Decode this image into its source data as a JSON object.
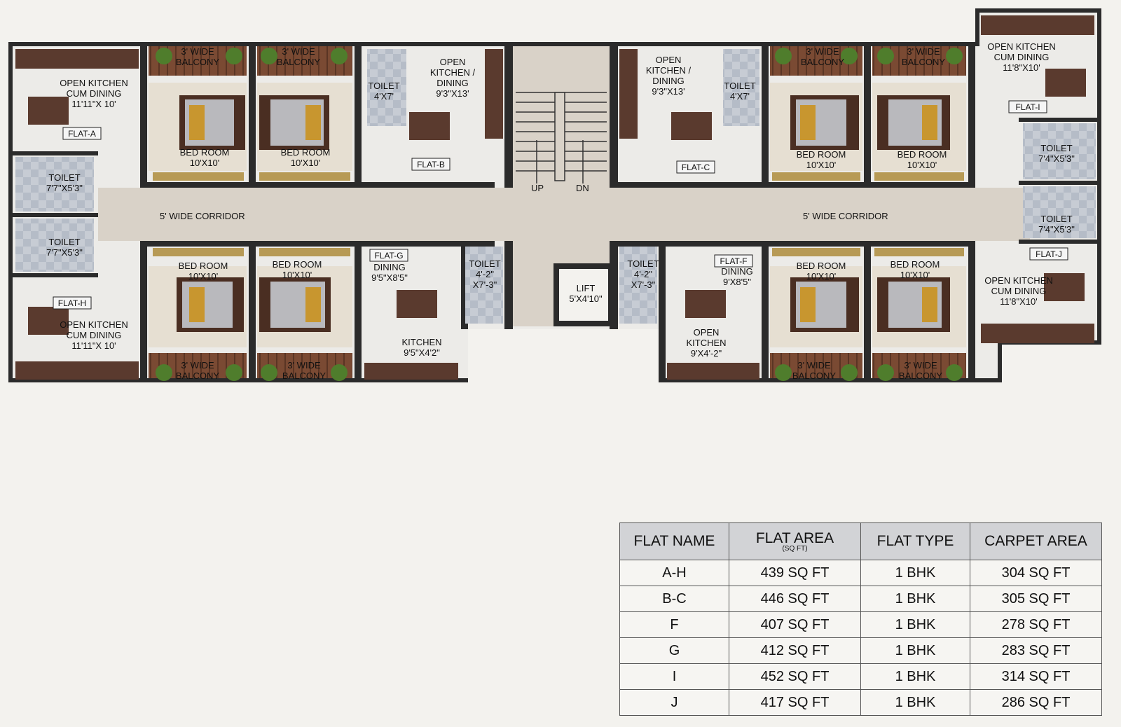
{
  "plan": {
    "flats": [
      {
        "id": "flat-a",
        "tag": "FLAT-A"
      },
      {
        "id": "flat-b",
        "tag": "FLAT-B"
      },
      {
        "id": "flat-c",
        "tag": "FLAT-C"
      },
      {
        "id": "flat-f",
        "tag": "FLAT-F"
      },
      {
        "id": "flat-g",
        "tag": "FLAT-G"
      },
      {
        "id": "flat-h",
        "tag": "FLAT-H"
      },
      {
        "id": "flat-i",
        "tag": "FLAT-I"
      },
      {
        "id": "flat-j",
        "tag": "FLAT-J"
      }
    ],
    "rooms": [
      {
        "id": "kitchen-a",
        "lines": [
          "OPEN KITCHEN",
          "CUM DINING",
          "11'11\"X 10'"
        ]
      },
      {
        "id": "bed-a",
        "lines": [
          "BED ROOM",
          "10'X10'"
        ]
      },
      {
        "id": "balcony-a",
        "lines": [
          "3' WIDE",
          "BALCONY"
        ]
      },
      {
        "id": "bed-b",
        "lines": [
          "BED ROOM",
          "10'X10'"
        ]
      },
      {
        "id": "balcony-b",
        "lines": [
          "3' WIDE",
          "BALCONY"
        ]
      },
      {
        "id": "toilet-b",
        "lines": [
          "TOILET",
          "4'X7'"
        ]
      },
      {
        "id": "kitchen-b",
        "lines": [
          "OPEN",
          "KITCHEN /",
          "DINING",
          "9'3\"X13'"
        ]
      },
      {
        "id": "kitchen-c",
        "lines": [
          "OPEN",
          "KITCHEN /",
          "DINING",
          "9'3\"X13'"
        ]
      },
      {
        "id": "toilet-c",
        "lines": [
          "TOILET",
          "4'X7'"
        ]
      },
      {
        "id": "balcony-c",
        "lines": [
          "3' WIDE",
          "BALCONY"
        ]
      },
      {
        "id": "bed-c",
        "lines": [
          "BED ROOM",
          "10'X10'"
        ]
      },
      {
        "id": "balcony-i",
        "lines": [
          "3' WIDE",
          "BALCONY"
        ]
      },
      {
        "id": "bed-i",
        "lines": [
          "BED ROOM",
          "10'X10'"
        ]
      },
      {
        "id": "kitchen-i",
        "lines": [
          "OPEN KITCHEN",
          "CUM DINING",
          "11'8\"X10'"
        ]
      },
      {
        "id": "toilet-a",
        "lines": [
          "TOILET",
          "7'7\"X5'3\""
        ]
      },
      {
        "id": "toilet-h",
        "lines": [
          "TOILET",
          "7'7\"X5'3\""
        ]
      },
      {
        "id": "toilet-i",
        "lines": [
          "TOILET",
          "7'4\"X5'3\""
        ]
      },
      {
        "id": "toilet-j",
        "lines": [
          "TOILET",
          "7'4\"X5'3\""
        ]
      },
      {
        "id": "bed-h",
        "lines": [
          "BED ROOM",
          "10'X10'"
        ]
      },
      {
        "id": "bed-g",
        "lines": [
          "BED ROOM",
          "10'X10'"
        ]
      },
      {
        "id": "kitchen-h",
        "lines": [
          "OPEN KITCHEN",
          "CUM DINING",
          "11'11\"X 10'"
        ]
      },
      {
        "id": "dining-g",
        "lines": [
          "DINING",
          "9'5\"X8'5\""
        ]
      },
      {
        "id": "kitchen-g",
        "lines": [
          "KITCHEN",
          "9'5\"X4'2\""
        ]
      },
      {
        "id": "toilet-g",
        "lines": [
          "TOILET",
          "4'-2\"",
          "X7'-3\""
        ]
      },
      {
        "id": "toilet-f",
        "lines": [
          "TOILET",
          "4'-2\"",
          "X7'-3\""
        ]
      },
      {
        "id": "dining-f",
        "lines": [
          "DINING",
          "9'X8'5\""
        ]
      },
      {
        "id": "kitchen-f",
        "lines": [
          "OPEN",
          "KITCHEN",
          "9'X4'-2\""
        ]
      },
      {
        "id": "bed-f",
        "lines": [
          "BED ROOM",
          "10'X10'"
        ]
      },
      {
        "id": "bed-j",
        "lines": [
          "BED ROOM",
          "10'X10'"
        ]
      },
      {
        "id": "kitchen-j",
        "lines": [
          "OPEN KITCHEN",
          "CUM DINING",
          "11'8\"X10'"
        ]
      },
      {
        "id": "balcony-h",
        "lines": [
          "3' WIDE",
          "BALCONY"
        ]
      },
      {
        "id": "balcony-g",
        "lines": [
          "3' WIDE",
          "BALCONY"
        ]
      },
      {
        "id": "balcony-f",
        "lines": [
          "3' WIDE",
          "BALCONY"
        ]
      },
      {
        "id": "balcony-j",
        "lines": [
          "3' WIDE",
          "BALCONY"
        ]
      },
      {
        "id": "lift",
        "lines": [
          "LIFT",
          "5'X4'10\""
        ]
      }
    ],
    "corridor_left": "5' WIDE CORRIDOR",
    "corridor_right": "5' WIDE CORRIDOR",
    "stair_up": "UP",
    "stair_down": "DN"
  },
  "area_table": {
    "headers": {
      "flat_name": "FLAT NAME",
      "flat_area": "FLAT AREA",
      "flat_area_unit": "(SQ FT)",
      "flat_type": "FLAT TYPE",
      "carpet_area": "CARPET AREA"
    },
    "rows": [
      [
        "A-H",
        "439 SQ FT",
        "1 BHK",
        "304 SQ FT"
      ],
      [
        "B-C",
        "446 SQ FT",
        "1 BHK",
        "305 SQ FT"
      ],
      [
        "F",
        "407 SQ FT",
        "1 BHK",
        "278 SQ FT"
      ],
      [
        "G",
        "412 SQ FT",
        "1 BHK",
        "283 SQ FT"
      ],
      [
        "I",
        "452 SQ FT",
        "1 BHK",
        "314 SQ FT"
      ],
      [
        "J",
        "417 SQ FT",
        "1 BHK",
        "286 SQ FT"
      ]
    ]
  },
  "colors": {
    "wall": "#2b2b2b",
    "floor_tile": "#e6dfd2",
    "marble": "#ecebe8",
    "corridor": "#d9d2c8",
    "counter": "#5a3a2e",
    "balcony_deck": "#7a4a33",
    "bed_frame": "#4a2e22",
    "toilet_tile": "#c9ced6",
    "table_header": "#d2d3d6"
  }
}
